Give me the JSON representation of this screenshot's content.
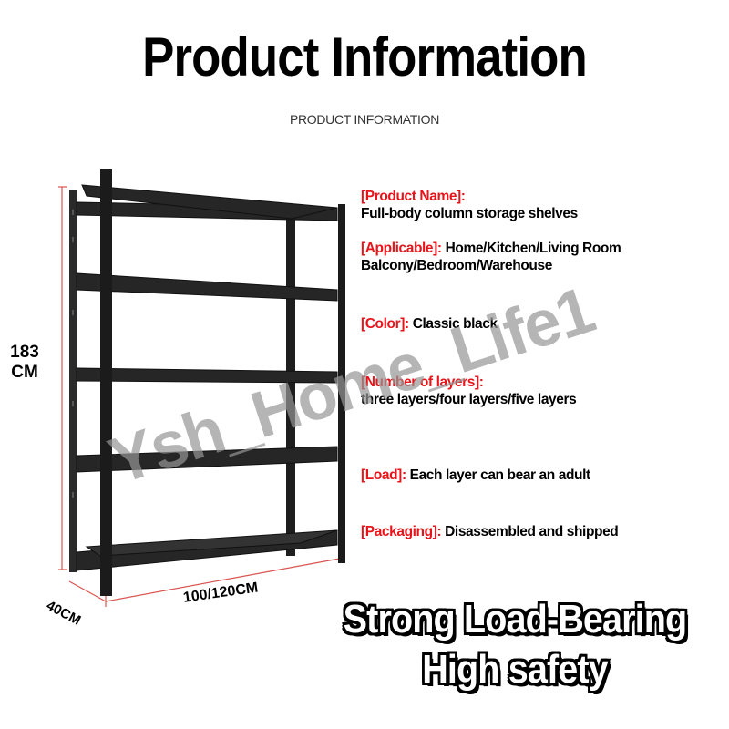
{
  "header": {
    "title": "Product Information",
    "subtitle": "PRODUCT INFORMATION"
  },
  "dimensions": {
    "height_value": "183",
    "height_unit": "CM",
    "depth": "40CM",
    "width": "100/120CM"
  },
  "specs": [
    {
      "key": "[Product Name]:",
      "value": "Full-body column storage shelves"
    },
    {
      "key": "[Applicable]:",
      "value": "Home/Kitchen/Living Room",
      "value2": "Balcony/Bedroom/Warehouse"
    },
    {
      "key": "[Color]:",
      "value": "Classic black"
    },
    {
      "key": "[Number of layers]:",
      "value": "three layers/four layers/five layers"
    },
    {
      "key": "[Load]:",
      "value": "Each layer can bear an adult"
    },
    {
      "key": "[Packaging]:",
      "value": "Disassembled and shipped"
    }
  ],
  "watermark": "Ysh_Home_Life1",
  "slogan": {
    "line1": "Strong Load-Bearing",
    "line2": "High safety"
  },
  "colors": {
    "key_red": "#e8141a",
    "shelf_black": "#1c1c1c",
    "dimension_line": "#d9534f"
  }
}
